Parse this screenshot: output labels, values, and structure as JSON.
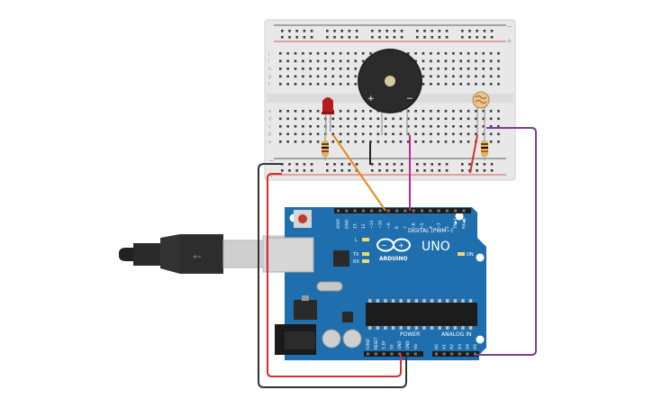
{
  "breadboard": {
    "rail_plus": "+",
    "rail_minus": "−",
    "row_letters_top": [
      "j",
      "i",
      "h",
      "g",
      "f"
    ],
    "row_letters_bottom": [
      "e",
      "d",
      "c",
      "b",
      "a"
    ],
    "column_count": 30
  },
  "arduino": {
    "logo_text": "ARDUINO",
    "model": "UNO",
    "digital_label": "DIGITAL (PWM~)",
    "power_label": "POWER",
    "analog_label": "ANALOG IN",
    "on_label": "ON",
    "l_label": "L",
    "tx_label": "TX",
    "rx_label": "RX",
    "digital_pins": [
      "AREF",
      "GND",
      "13",
      "12",
      "~11",
      "~10",
      "~9",
      "8",
      "7",
      "~6",
      "~5",
      "4",
      "~3",
      "2",
      "TX▶1",
      "RX◀0"
    ],
    "power_pins": [
      "IOREF",
      "RESET",
      "3.3V",
      "5V",
      "GND",
      "GND",
      "Vin"
    ],
    "analog_pins": [
      "A0",
      "A1",
      "A2",
      "A3",
      "A4",
      "A5"
    ]
  },
  "buzzer": {
    "plus": "+",
    "minus": "−"
  },
  "colors": {
    "board": "#1f6fae",
    "wire_orange": "#e8871e",
    "wire_magenta": "#c0288f",
    "wire_purple": "#7d3c98",
    "wire_red": "#d32f2f",
    "wire_black": "#333333",
    "led": "#b71c1c"
  }
}
